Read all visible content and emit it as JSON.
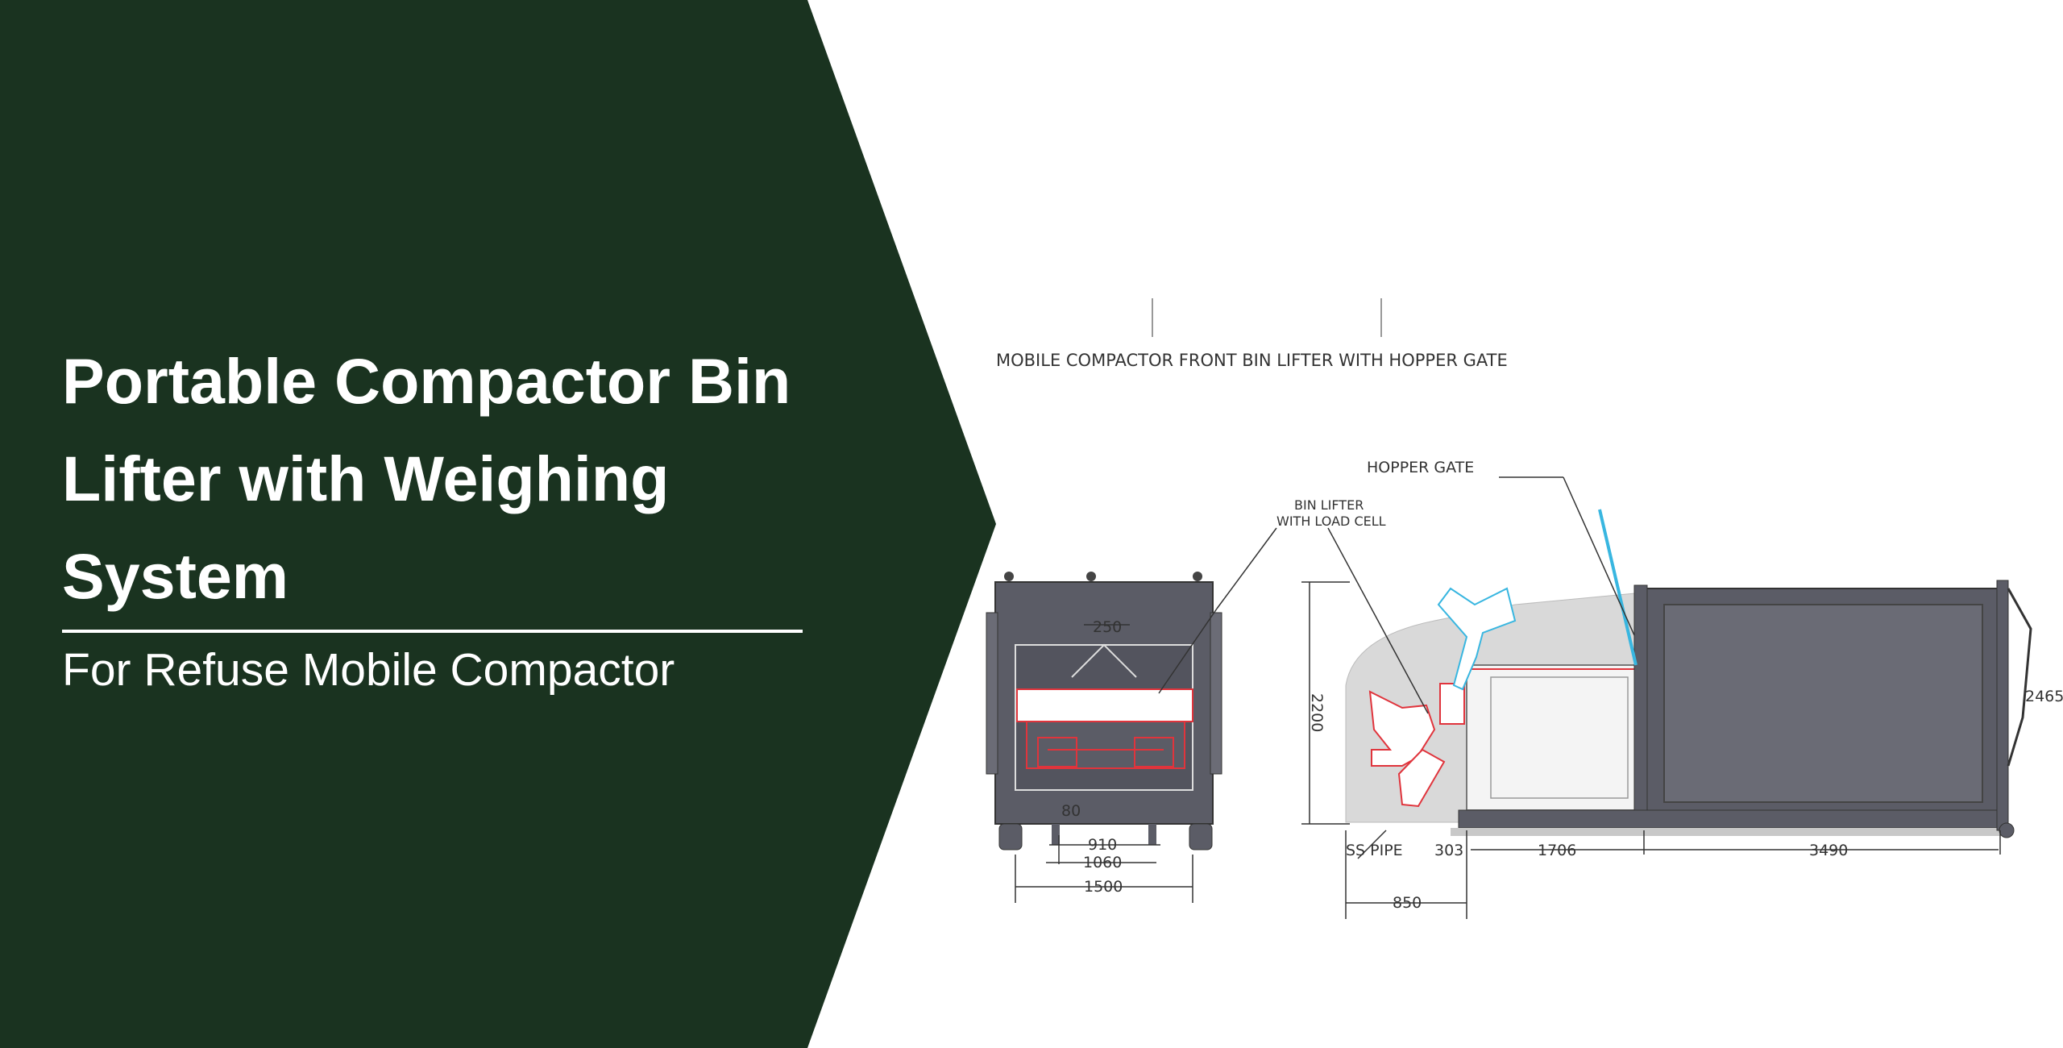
{
  "banner": {
    "title": "Portable Compactor Bin Lifter with Weighing System",
    "subtitle": "For Refuse Mobile Compactor",
    "panel_color": "#1a3320"
  },
  "drawing": {
    "caption": "MOBILE COMPACTOR FRONT BIN LIFTER WITH HOPPER GATE",
    "labels": {
      "hopper_gate": "HOPPER GATE",
      "bin_lifter_line1": "BIN LIFTER",
      "bin_lifter_line2": "WITH LOAD CELL",
      "ss_pipe": "SS PIPE"
    },
    "front_view_dims": {
      "top": "250",
      "gap": "80",
      "inner": "910",
      "middle": "1060",
      "overall": "1500"
    },
    "side_view_dims": {
      "height": "2200",
      "offset": "303",
      "hopper_length": "1706",
      "body_length": "3490",
      "lifter_depth": "850",
      "total_height": "2465"
    },
    "colors": {
      "body": "#5b5c66",
      "bin_lifter": "#e0343c",
      "hopper_gate": "#38b6e0",
      "hopper_zone": "#d9d9d9"
    }
  }
}
